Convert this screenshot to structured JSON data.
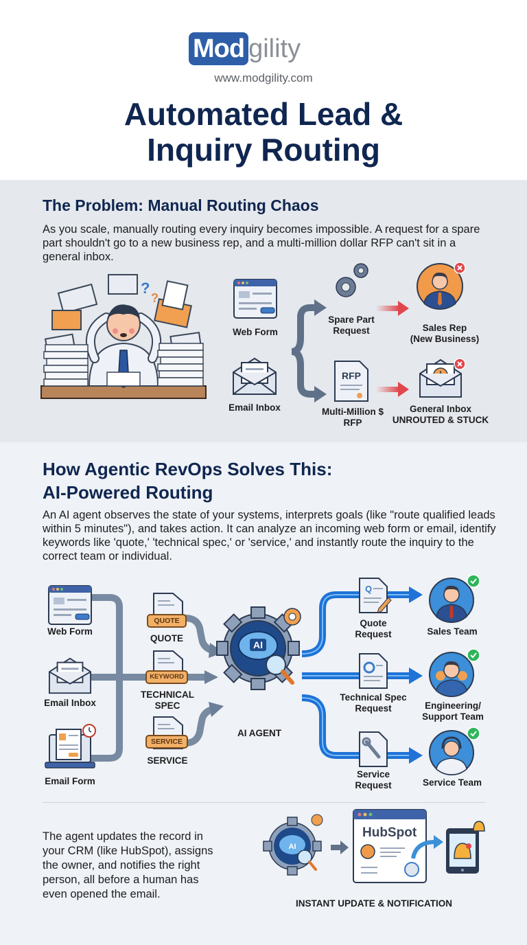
{
  "header": {
    "logo_mark": "Mod",
    "logo_rest": "gility",
    "url": "www.modgility.com",
    "title_line1": "Automated Lead &",
    "title_line2": "Inquiry Routing"
  },
  "problem": {
    "title": "The Problem: Manual Routing Chaos",
    "text": "As you scale, manually routing every inquiry becomes impossible. A request for a spare part shouldn't go to a new business rep, and a multi-million dollar RFP can't sit in a general inbox.",
    "sources": [
      {
        "label": "Web Form",
        "icon": "web-form-icon"
      },
      {
        "label": "Email Inbox",
        "icon": "email-inbox-icon"
      }
    ],
    "requests": [
      {
        "label_line1": "Spare Part",
        "label_line2": "Request",
        "icon": "gears-icon"
      },
      {
        "label_line1": "Multi-Million $",
        "label_line2": "RFP",
        "icon": "rfp-document-icon",
        "doc_text": "RFP"
      }
    ],
    "destinations": [
      {
        "label_line1": "Sales Rep",
        "label_line2": "(New Business)",
        "icon": "sales-rep-avatar-icon",
        "status": "error"
      },
      {
        "label_line1": "General Inbox",
        "label_line2": "UNROUTED & STUCK",
        "icon": "clock-inbox-icon",
        "status": "error"
      }
    ]
  },
  "solution": {
    "title_line1": "How Agentic RevOps Solves This:",
    "title_line2": "AI-Powered Routing",
    "text": "An AI agent observes the state of your systems, interprets goals (like \"route qualified leads within 5 minutes\"), and takes action. It can analyze an incoming web form or email, identify keywords like 'quote,' 'technical spec,' or 'service,' and instantly route the inquiry to the correct team or individual.",
    "sources": [
      {
        "label": "Web Form",
        "icon": "web-form-icon"
      },
      {
        "label": "Email Inbox",
        "icon": "email-inbox-icon"
      },
      {
        "label": "Email Form",
        "icon": "laptop-form-icon"
      }
    ],
    "keywords": [
      {
        "tag": "QUOTE",
        "label_line1": "QUOTE",
        "label_line2": ""
      },
      {
        "tag": "KEYWORD",
        "label_line1": "TECHNICAL",
        "label_line2": "SPEC"
      },
      {
        "tag": "SERVICE",
        "label_line1": "SERVICE",
        "label_line2": ""
      }
    ],
    "agent": {
      "badge": "AI",
      "label": "AI AGENT"
    },
    "requests": [
      {
        "label_line1": "Quote",
        "label_line2": "Request"
      },
      {
        "label_line1": "Technical Spec",
        "label_line2": "Request"
      },
      {
        "label_line1": "Service",
        "label_line2": "Request"
      }
    ],
    "teams": [
      {
        "label_line1": "Sales Team",
        "label_line2": "",
        "status": "success"
      },
      {
        "label_line1": "Engineering/",
        "label_line2": "Support Team",
        "status": "success"
      },
      {
        "label_line1": "Service Team",
        "label_line2": "",
        "status": "success"
      }
    ],
    "crm": {
      "text": "The agent updates the record in your CRM (like HubSpot), assigns the owner, and notifies the right person, all before a human has even opened the email.",
      "brand": "HubSpot",
      "caption": "INSTANT UPDATE & NOTIFICATION"
    }
  },
  "colors": {
    "navy": "#0f2650",
    "brand_blue": "#2f5ea8",
    "orange": "#f0a050",
    "error_red": "#e0474c",
    "success_green": "#2fb55a",
    "flow_blue": "#1f72d6",
    "flow_gray": "#5f7189"
  }
}
